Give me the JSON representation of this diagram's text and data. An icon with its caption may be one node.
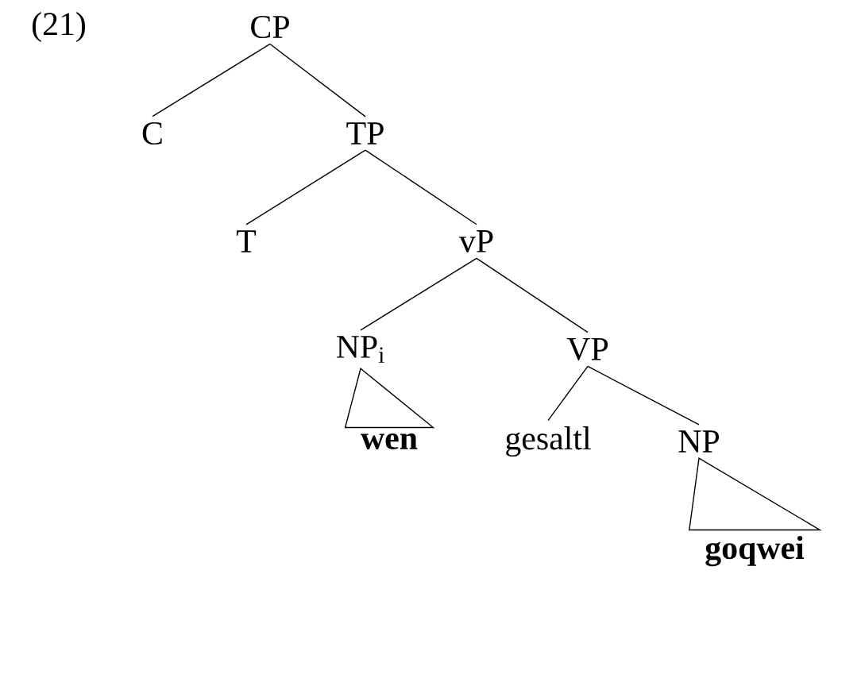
{
  "diagram": {
    "nodes": [
      {
        "text": [
          "CP"
        ]
      },
      {
        "text": [
          "C"
        ]
      },
      {
        "text": [
          "TP"
        ]
      },
      {
        "text": [
          "T"
        ]
      },
      {
        "text": [
          "vP"
        ]
      },
      {
        "text": [
          "NP$_{i}$"
        ]
      },
      {
        "text": [
          "VP"
        ]
      },
      {
        "text": [
          "wen"
        ]
      },
      {
        "text": [
          "gesaltl"
        ]
      },
      {
        "text": [
          "NP"
        ]
      },
      {
        "text": [
          "goqwei"
        ]
      }
    ],
    "edges": [
      {
        "from": 0,
        "to": 1,
        "arrow": "none"
      },
      {
        "from": 0,
        "to": 2,
        "arrow": "none"
      },
      {
        "from": 2,
        "to": 3,
        "arrow": "none"
      },
      {
        "from": 2,
        "to": 4,
        "arrow": "none"
      },
      {
        "from": 4,
        "to": 5,
        "arrow": "none"
      },
      {
        "from": 4,
        "to": 6,
        "arrow": "none"
      },
      {
        "from": 5,
        "to": 7,
        "arrow": "none"
      },
      {
        "from": 6,
        "to": 8,
        "arrow": "none"
      },
      {
        "from": 6,
        "to": 9,
        "arrow": "none"
      },
      {
        "from": 9,
        "to": 10,
        "arrow": "none"
      }
    ],
    "labels": [
      "(21)"
    ]
  }
}
